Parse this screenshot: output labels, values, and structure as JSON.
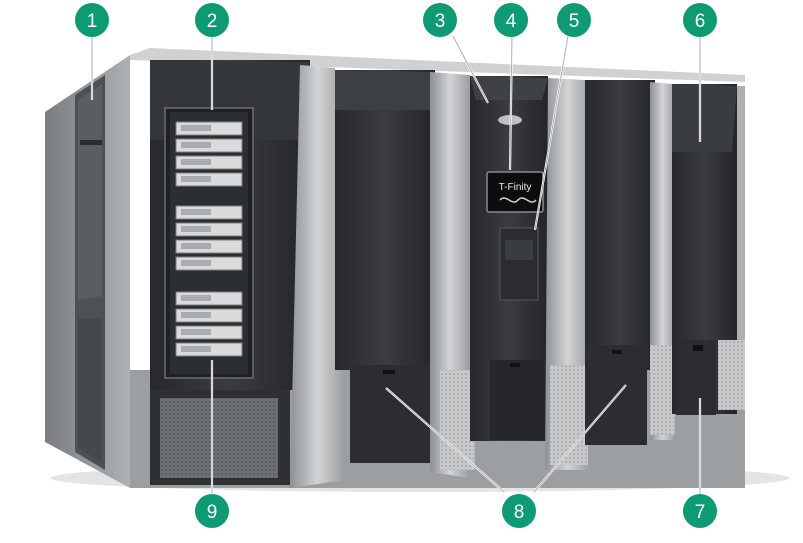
{
  "figure": {
    "product_badge_text": "T-Finity",
    "colors": {
      "callout_fill": "#0e9a73",
      "cabinet_dark": "#2f3134",
      "cabinet_mid": "#505356",
      "cabinet_light": "#b9bcbf",
      "floor_shadow": "#d9d9d9"
    }
  },
  "callouts": [
    {
      "label": "1"
    },
    {
      "label": "2"
    },
    {
      "label": "3"
    },
    {
      "label": "4"
    },
    {
      "label": "5"
    },
    {
      "label": "6"
    },
    {
      "label": "7"
    },
    {
      "label": "8"
    },
    {
      "label": "9"
    }
  ]
}
